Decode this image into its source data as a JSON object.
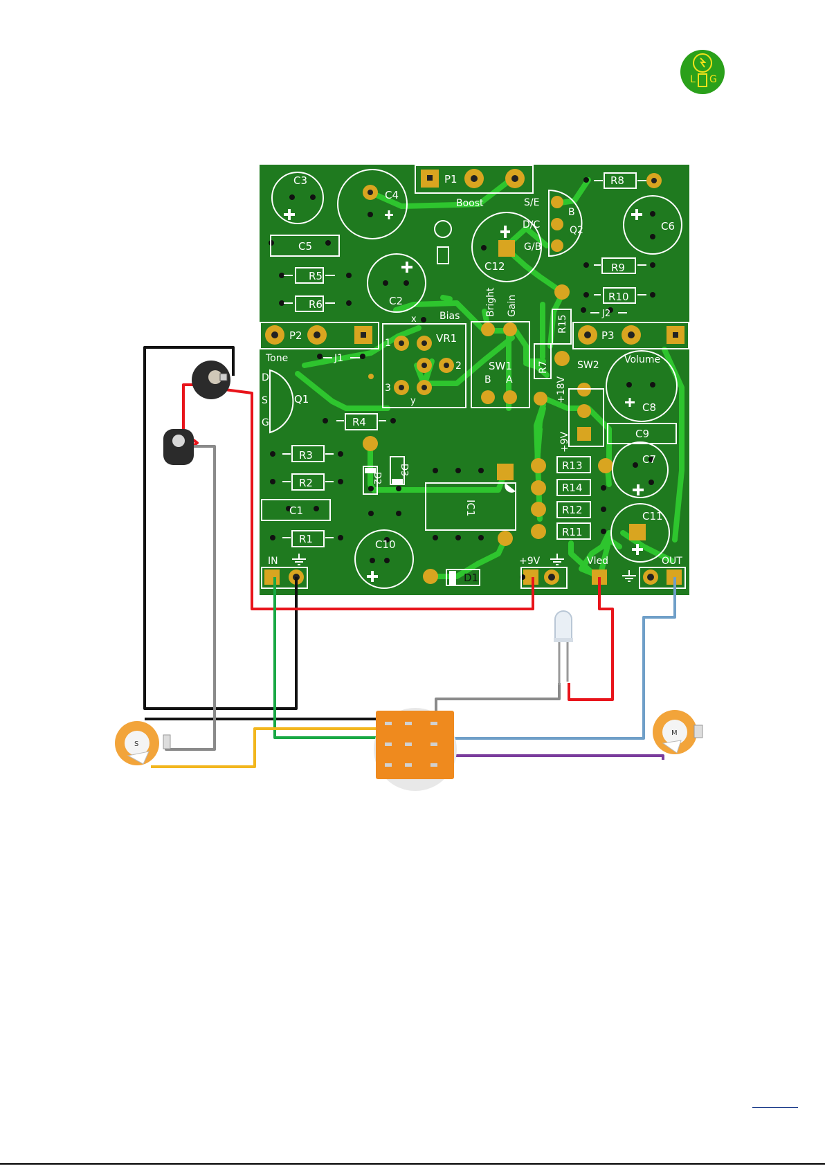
{
  "logo": {
    "letters": [
      "L",
      "G"
    ],
    "bg": "#2aa01a",
    "fg": "#f2e21a"
  },
  "colors": {
    "board": "#1f7a1f",
    "trace": "#2ec52e",
    "pad": "#d9a520",
    "silk": "#ffffff",
    "wire_red": "#e8141b",
    "wire_black": "#111111",
    "wire_green": "#19a844",
    "wire_gray": "#8a8a8a",
    "wire_yellow": "#f2b61e",
    "wire_blue": "#6f9fc8",
    "wire_purple": "#7a3c9c",
    "switch": "#ef8a1e"
  },
  "labels": {
    "C3": "C3",
    "C4": "C4",
    "P1": "P1",
    "Boost": "Boost",
    "R8": "R8",
    "SE": "S/E",
    "B": "B",
    "DC": "D/C",
    "Q2": "Q2",
    "GB": "G/B",
    "C6": "C6",
    "C5": "C5",
    "C12": "C12",
    "R9": "R9",
    "R5": "R5",
    "C2": "C2",
    "R10": "R10",
    "J2": "J2",
    "R6": "R6",
    "x": "x",
    "Bias": "Bias",
    "Bright": "Bright",
    "Gain": "Gain",
    "R15": "R15",
    "P2": "P2",
    "P3": "P3",
    "Tone": "Tone",
    "J1": "J1",
    "VR1": "VR1",
    "n1": "1",
    "n2": "2",
    "n3": "3",
    "y": "y",
    "SW1": "SW1",
    "SW1B": "B",
    "SW1A": "A",
    "R7": "R7",
    "p18V": "+18V",
    "SW2": "SW2",
    "Volume": "Volume",
    "D": "D",
    "S": "S",
    "G": "G",
    "Q1": "Q1",
    "C8": "C8",
    "R4": "R4",
    "p9Vsw": "+9V",
    "C9": "C9",
    "R3": "R3",
    "D2": "D2",
    "D3": "D3",
    "R13": "R13",
    "C7": "C7",
    "R2": "R2",
    "IC1": "IC1",
    "R14": "R14",
    "C1": "C1",
    "R12": "R12",
    "C11": "C11",
    "R1": "R1",
    "C10": "C10",
    "R11": "R11",
    "IN": "IN",
    "p9V": "+9V",
    "Vled": "Vled",
    "OUT": "OUT",
    "D1": "D1",
    "potS": "S",
    "potM": "M"
  }
}
